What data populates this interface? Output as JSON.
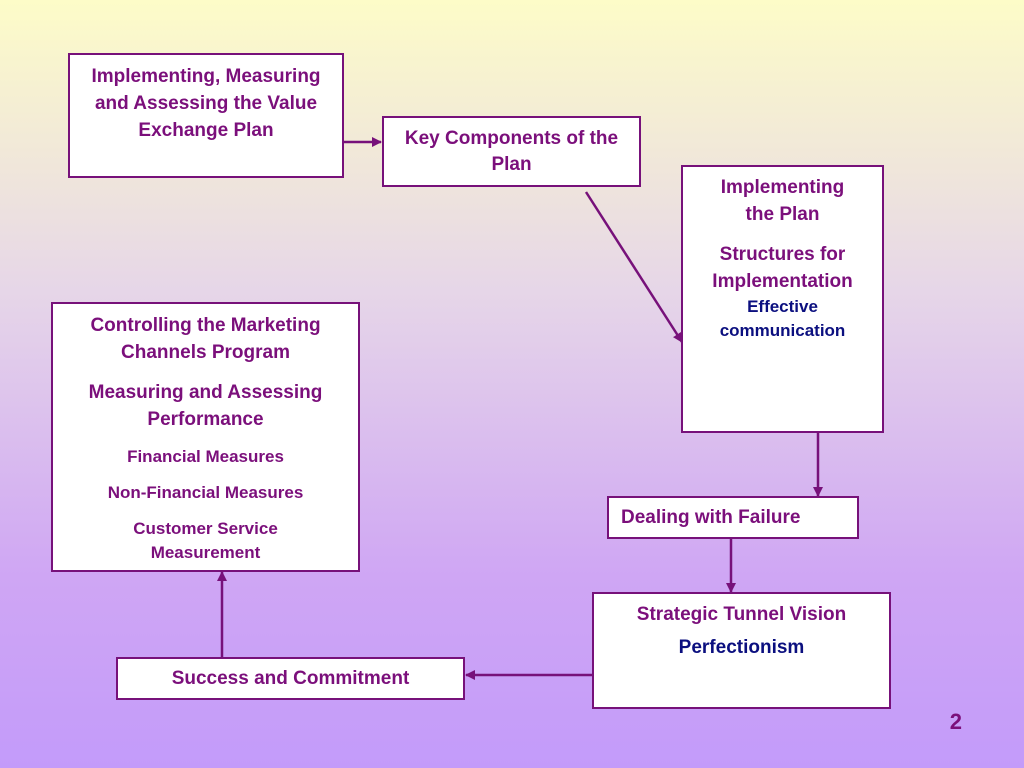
{
  "boxes": {
    "value_exchange": {
      "title": "Implementing, Measuring and Assessing the Value Exchange Plan"
    },
    "key_components": {
      "title": "Key Components of the Plan"
    },
    "implementing": {
      "title": "Implementing the Plan",
      "subtitle": "Structures for Implementation",
      "detail": "Effective communication"
    },
    "controlling": {
      "title": "Controlling the Marketing Channels Program",
      "subtitle": "Measuring and Assessing Performance",
      "items": [
        "Financial Measures",
        "Non-Financial Measures",
        "Customer Service Measurement"
      ]
    },
    "failure": {
      "title": "Dealing with Failure"
    },
    "tunnel": {
      "title": "Strategic Tunnel Vision",
      "detail": "Perfectionism"
    },
    "success": {
      "title": "Success and Commitment"
    }
  },
  "colors": {
    "box_border": "#77117a",
    "text_primary": "#7b0f7b",
    "text_secondary": "#0b0f7f"
  },
  "page_number": "2"
}
